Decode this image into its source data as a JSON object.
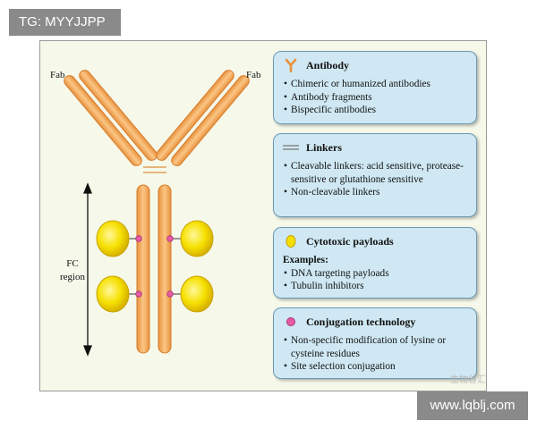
{
  "top_tag": "TG: MYYJJPP",
  "watermark": "www.lqblj.com",
  "corner_logo": "生物谷汇",
  "labels": {
    "fab_left": "Fab",
    "fab_right": "Fab",
    "fc_line1": "FC",
    "fc_line2": "region"
  },
  "boxes": [
    {
      "title": "Antibody",
      "icon": "antibody-y-icon",
      "items": [
        "Chimeric or humanized antibodies",
        "Antibody fragments",
        "Bispecific antibodies"
      ]
    },
    {
      "title": "Linkers",
      "icon": "linker-lines-icon",
      "items": [
        "Cleavable linkers: acid sensitive, protease-sensitive or glutathione sensitive",
        "Non-cleavable linkers"
      ]
    },
    {
      "title": "Cytotoxic payloads",
      "icon": "payload-ellipse-icon",
      "subtitle": "Examples:",
      "items": [
        "DNA targeting payloads",
        "Tubulin inhibitors"
      ]
    },
    {
      "title": "Conjugation technology",
      "icon": "conjugation-dot-icon",
      "items": [
        "Non-specific modification of lysine or cysteine residues",
        "Site selection conjugation"
      ]
    }
  ],
  "colors": {
    "antibody": "#f2a55a",
    "antibody_outline": "#d77a25",
    "payload": "#f5dd00",
    "conjugation_dot": "#e75aa3",
    "box_fill": "#cfe8f3",
    "box_border": "#6a9ab6"
  }
}
